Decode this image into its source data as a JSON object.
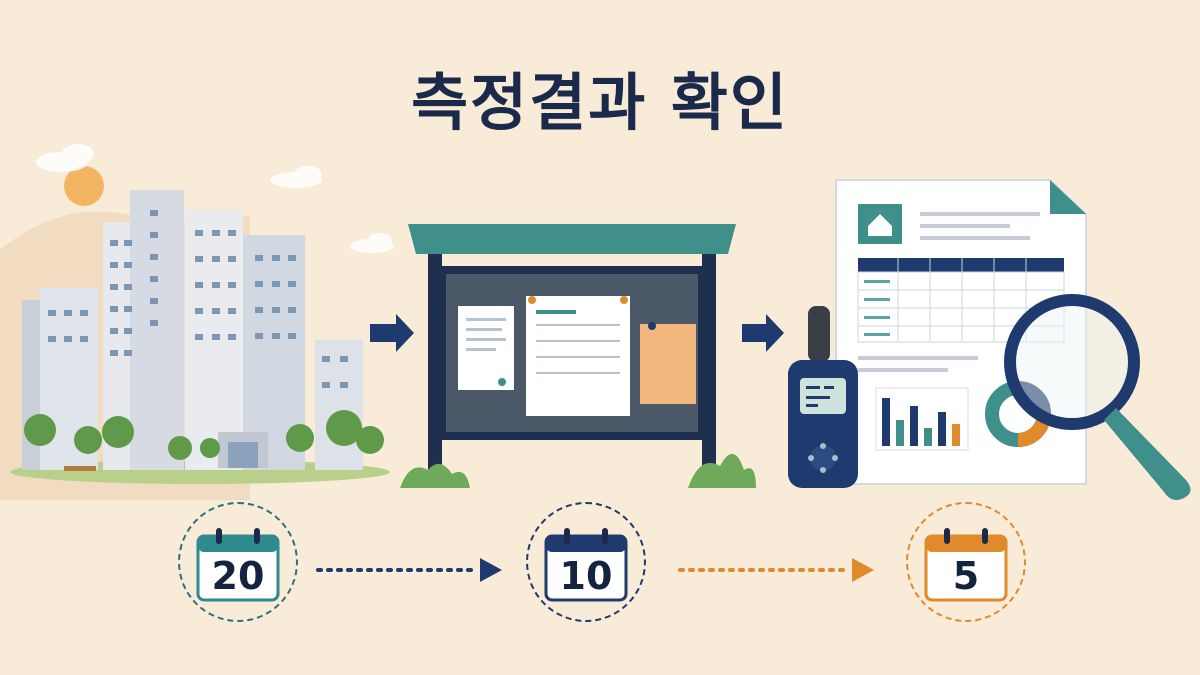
{
  "title": "측정결과 확인",
  "timeline": [
    {
      "value": "20",
      "color": "#2e8a8c"
    },
    {
      "value": "10",
      "color": "#1e3a6e"
    },
    {
      "value": "5",
      "color": "#e08a2c"
    }
  ],
  "colors": {
    "background": "#f8ecd9",
    "navy": "#1b2a4a",
    "teal": "#3f8f8a",
    "orange": "#e08a2c"
  }
}
